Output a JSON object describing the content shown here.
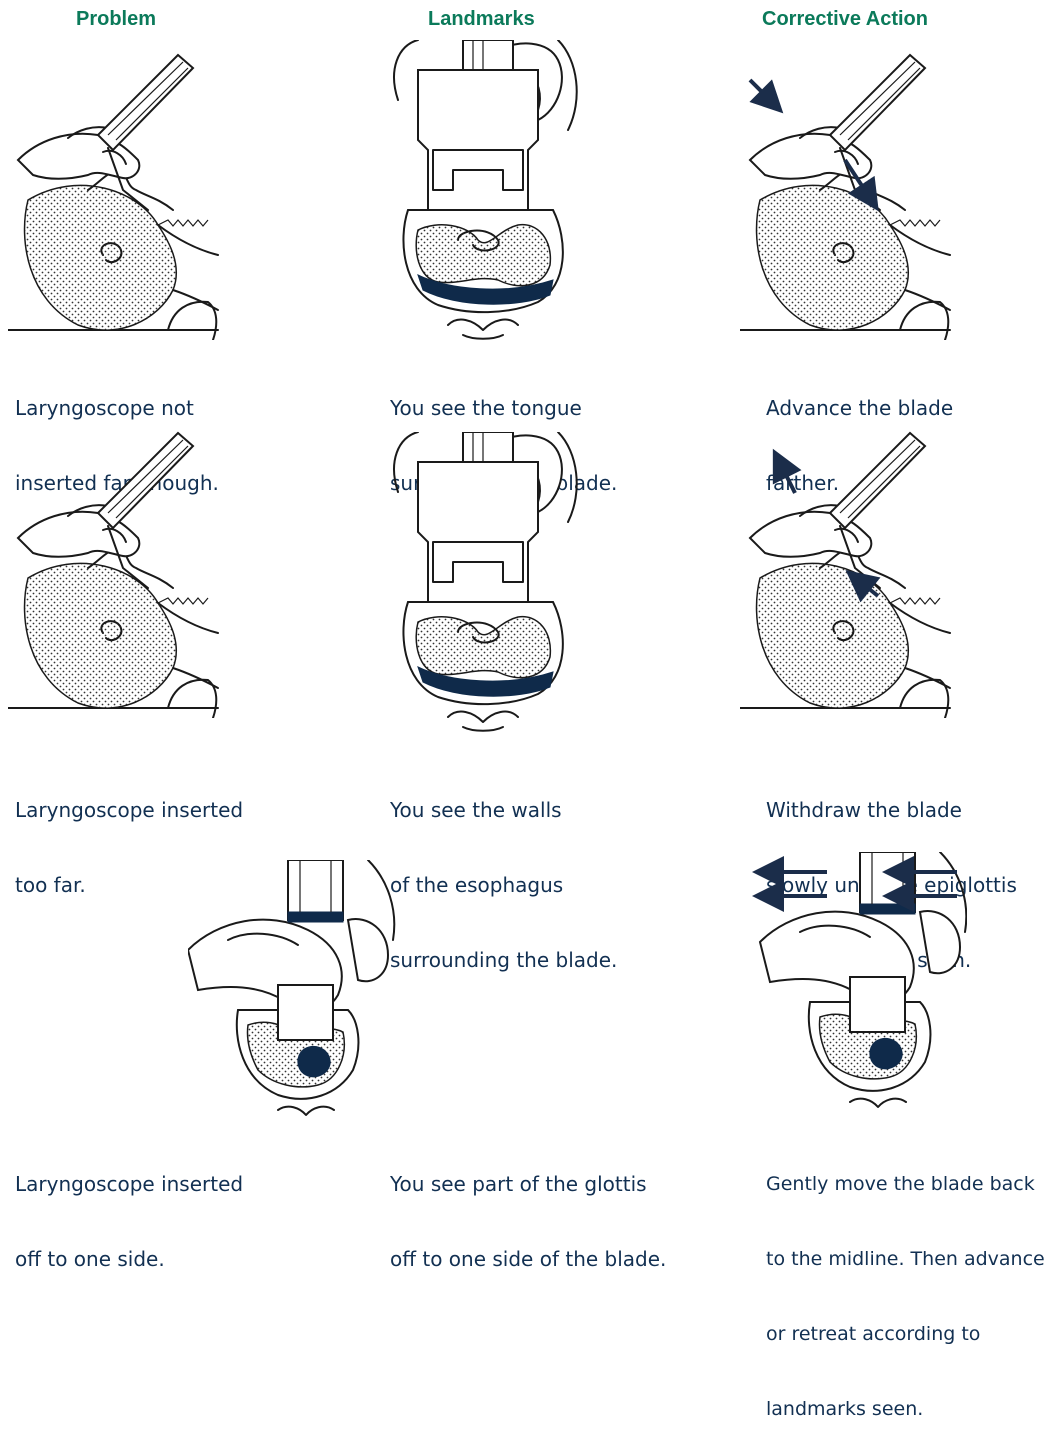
{
  "headers": {
    "problem": "Problem",
    "landmarks": "Landmarks",
    "corrective": "Corrective Action"
  },
  "rows": [
    {
      "problem": [
        "Laryngoscope not",
        "inserted far enough."
      ],
      "landmarks": [
        "You see the tongue",
        "surrounding the blade."
      ],
      "corrective": [
        "Advance the blade",
        "farther."
      ]
    },
    {
      "problem": [
        "Laryngoscope inserted",
        "too far."
      ],
      "landmarks": [
        "You see the walls",
        "of the esophagus",
        "surrounding the blade."
      ],
      "corrective": [
        "Withdraw the blade",
        "slowly until the epiglottis",
        "and glottis are seen."
      ]
    },
    {
      "problem": [
        "Laryngoscope inserted",
        "off to one side."
      ],
      "landmarks": [
        "You see part of the glottis",
        "off to one side of the blade."
      ],
      "corrective": [
        "Gently move the blade back",
        "to the midline. Then advance",
        "or retreat according to",
        "landmarks seen."
      ]
    }
  ],
  "colors": {
    "header": "#0b7a5a",
    "caption": "#123052",
    "arrow": "#1b2d4a"
  },
  "icons": [
    "infant-side-intubation-illustration",
    "laryngoscope-view-illustration",
    "direction-arrow-icon"
  ]
}
